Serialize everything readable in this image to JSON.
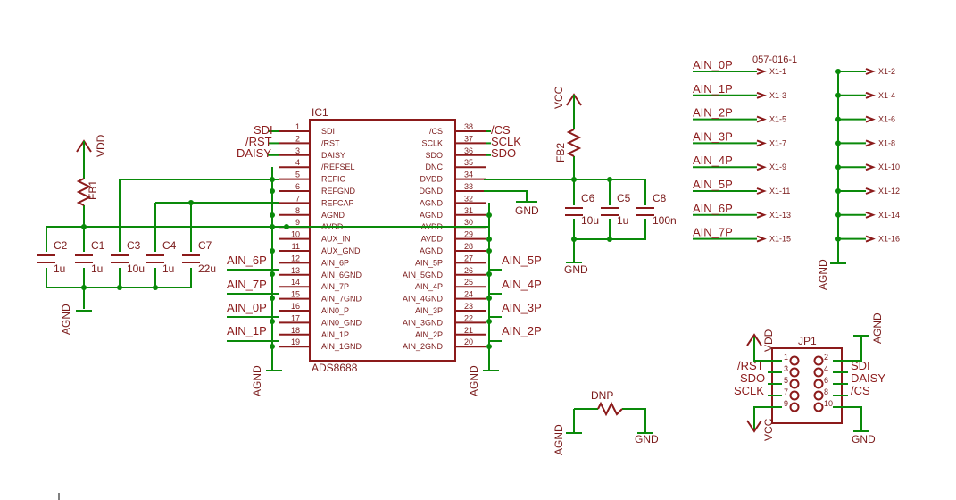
{
  "ic1": {
    "name": "IC1",
    "value": "ADS8688",
    "left_pins": [
      {
        "num": "1",
        "name": "SDI"
      },
      {
        "num": "2",
        "name": "/RST"
      },
      {
        "num": "3",
        "name": "DAISY"
      },
      {
        "num": "4",
        "name": "/REFSEL"
      },
      {
        "num": "5",
        "name": "REFIO"
      },
      {
        "num": "6",
        "name": "REFGND"
      },
      {
        "num": "7",
        "name": "REFCAP"
      },
      {
        "num": "8",
        "name": "AGND"
      },
      {
        "num": "9",
        "name": "AVDD"
      },
      {
        "num": "10",
        "name": "AUX_IN"
      },
      {
        "num": "11",
        "name": "AUX_GND"
      },
      {
        "num": "12",
        "name": "AIN_6P"
      },
      {
        "num": "13",
        "name": "AIN_6GND"
      },
      {
        "num": "14",
        "name": "AIN_7P"
      },
      {
        "num": "15",
        "name": "AIN_7GND"
      },
      {
        "num": "16",
        "name": "AIN0_P"
      },
      {
        "num": "17",
        "name": "AIN0_GND"
      },
      {
        "num": "18",
        "name": "AIN_1P"
      },
      {
        "num": "19",
        "name": "AIN_1GND"
      }
    ],
    "right_pins": [
      {
        "num": "38",
        "name": "/CS"
      },
      {
        "num": "37",
        "name": "SCLK"
      },
      {
        "num": "36",
        "name": "SDO"
      },
      {
        "num": "35",
        "name": "DNC"
      },
      {
        "num": "34",
        "name": "DVDD"
      },
      {
        "num": "33",
        "name": "DGND"
      },
      {
        "num": "32",
        "name": "AGND"
      },
      {
        "num": "31",
        "name": "AGND"
      },
      {
        "num": "30",
        "name": "AVDD"
      },
      {
        "num": "29",
        "name": "AVDD"
      },
      {
        "num": "28",
        "name": "AGND"
      },
      {
        "num": "27",
        "name": "AIN_5P"
      },
      {
        "num": "26",
        "name": "AIN_5GND"
      },
      {
        "num": "25",
        "name": "AIN_4P"
      },
      {
        "num": "24",
        "name": "AIN_4GND"
      },
      {
        "num": "23",
        "name": "AIN_3P"
      },
      {
        "num": "22",
        "name": "AIN_3GND"
      },
      {
        "num": "21",
        "name": "AIN_2P"
      },
      {
        "num": "20",
        "name": "AIN_2GND"
      }
    ],
    "left_nets": [
      "SDI",
      "/RST",
      "DAISY"
    ],
    "right_nets": [
      "/CS",
      "SCLK",
      "SDO"
    ],
    "left_inputs": [
      "AIN_6P",
      "AIN_7P",
      "AIN_0P",
      "AIN_1P"
    ],
    "right_inputs": [
      "AIN_5P",
      "AIN_4P",
      "AIN_3P",
      "AIN_2P"
    ]
  },
  "left_caps": [
    {
      "name": "C2",
      "value": "1u"
    },
    {
      "name": "C1",
      "value": "1u"
    },
    {
      "name": "C3",
      "value": "10u"
    },
    {
      "name": "C4",
      "value": "1u"
    },
    {
      "name": "C7",
      "value": "22u"
    }
  ],
  "right_caps": [
    {
      "name": "C6",
      "value": "10u"
    },
    {
      "name": "C5",
      "value": "1u"
    },
    {
      "name": "C8",
      "value": "100n"
    }
  ],
  "fb1": {
    "name": "FB1",
    "supply": "VDD"
  },
  "fb2": {
    "name": "FB2",
    "supply": "VCC"
  },
  "grounds": {
    "agnd": "AGND",
    "gnd": "GND"
  },
  "connector": {
    "name": "057-016-1",
    "left_nets": [
      "AIN_0P",
      "AIN_1P",
      "AIN_2P",
      "AIN_3P",
      "AIN_4P",
      "AIN_5P",
      "AIN_6P",
      "AIN_7P"
    ],
    "left_pins": [
      "X1-1",
      "X1-3",
      "X1-5",
      "X1-7",
      "X1-9",
      "X1-11",
      "X1-13",
      "X1-15"
    ],
    "right_pins": [
      "X1-2",
      "X1-4",
      "X1-6",
      "X1-8",
      "X1-10",
      "X1-12",
      "X1-14",
      "X1-16"
    ]
  },
  "dnp": {
    "name": "DNP",
    "left": "AGND",
    "right": "GND"
  },
  "jp1": {
    "name": "JP1",
    "pins_left": [
      "1",
      "3",
      "5",
      "7",
      "9"
    ],
    "pins_right": [
      "2",
      "4",
      "6",
      "8",
      "10"
    ],
    "left_nets": [
      "/RST",
      "SDO",
      "SCLK"
    ],
    "right_nets": [
      "SDI",
      "DAISY",
      "/CS"
    ],
    "top_left": "VDD",
    "top_right": "AGND",
    "bottom_left": "VCC",
    "bottom_right": "GND"
  }
}
